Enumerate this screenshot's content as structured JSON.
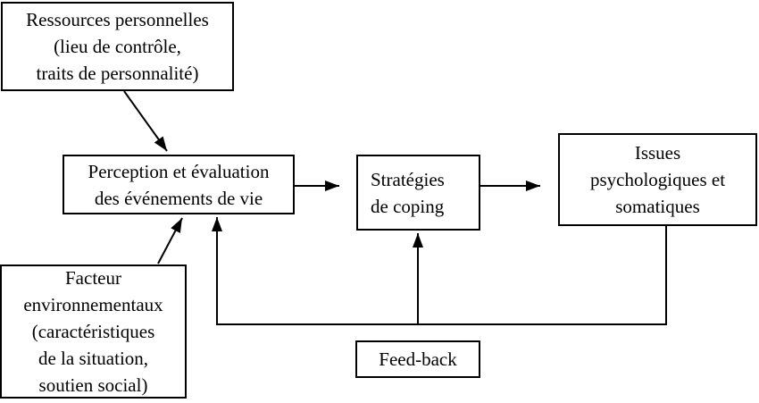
{
  "figure": {
    "type": "flow-diagram",
    "language": "fr",
    "background_color": "#ffffff",
    "line_color": "#000000",
    "text_color": "#000000"
  },
  "boxes": {
    "ressources": {
      "lines": [
        "Ressources personnelles",
        "(lieu de contrôle,",
        "traits de personnalité)"
      ]
    },
    "perception": {
      "lines": [
        "Perception et évaluation",
        "des événements de vie"
      ]
    },
    "strategies": {
      "lines": [
        "Stratégies",
        "de coping"
      ]
    },
    "issues": {
      "lines": [
        "Issues",
        "psychologiques et",
        "somatiques"
      ]
    },
    "facteur": {
      "lines": [
        "Facteur",
        "environnementaux",
        "(caractéristiques",
        "de la situation,",
        "soutien social)"
      ]
    },
    "feedback": {
      "lines": [
        "Feed-back"
      ]
    }
  },
  "edges": [
    {
      "from": "ressources",
      "to": "perception",
      "style": "arrow"
    },
    {
      "from": "facteur",
      "to": "perception",
      "style": "arrow"
    },
    {
      "from": "perception",
      "to": "strategies",
      "style": "arrow"
    },
    {
      "from": "strategies",
      "to": "issues",
      "style": "arrow"
    },
    {
      "from": "issues",
      "to": "perception",
      "style": "arrow",
      "via": "feedback-loop"
    },
    {
      "from": "issues",
      "to": "strategies",
      "style": "arrow",
      "via": "feedback-loop"
    }
  ]
}
